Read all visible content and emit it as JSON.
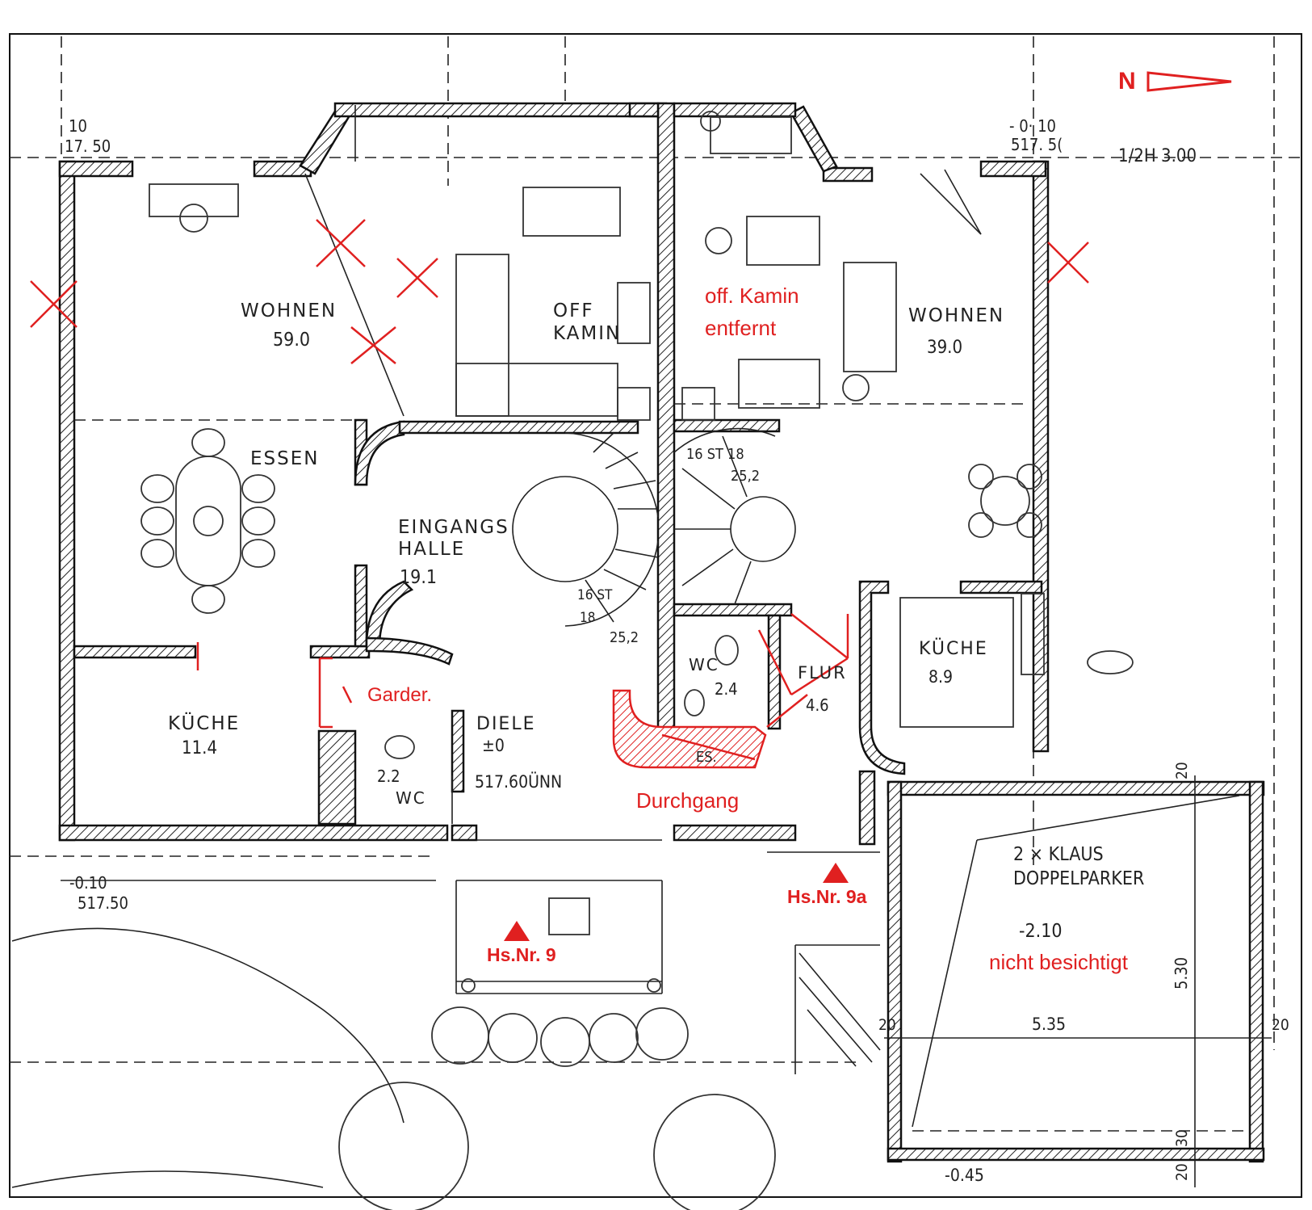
{
  "north": {
    "letter": "N"
  },
  "labels": {
    "wohnen_left": "WOHNEN",
    "wohnen_left_area": "59.0",
    "essen": "ESSEN",
    "eingangshalle_1": "EINGANGS",
    "eingangshalle_2": "HALLE",
    "eingangshalle_area": "19.1",
    "off_kamin_1": "OFF",
    "off_kamin_2": "KAMIN",
    "kueche_left": "KÜCHE",
    "kueche_left_area": "11.4",
    "diele": "DIELE",
    "diele_level": "±0",
    "diele_height": "517.60ÜNN",
    "wc_left": "WC",
    "wc_left_area": "2.2",
    "wohnen_right": "WOHNEN",
    "wohnen_right_area": "39.0",
    "wc_right": "WC",
    "wc_right_area": "2.4",
    "flur": "FLUR",
    "flur_area": "4.6",
    "kueche_right": "KÜCHE",
    "kueche_right_area": "8.9",
    "stair_1": "16 ST 18",
    "stair_2": "25,2",
    "stair_3": "16 ST",
    "stair_4": "18",
    "stair_5": "25,2",
    "es": "ES.",
    "garage_1": "2 × KLAUS",
    "garage_2": "DOPPELPARKER",
    "garage_level": "-2.10",
    "dim_535": "5.35",
    "dim_530": "5.30",
    "dim_20a": "20",
    "dim_20b": "20",
    "dim_20c": "20",
    "dim_20d": "20",
    "dim_30": "30",
    "dim_045": "-0.45",
    "level_tl_1": "10",
    "level_tl_2": "17. 50",
    "level_tr_1": "- 0· 10",
    "level_tr_2": "517. 5(",
    "level_bl_1": "-0.10",
    "level_bl_2": "517.50",
    "half_h": "1/2H  3.00"
  },
  "annotations": {
    "kamin_removed_1": "off. Kamin",
    "kamin_removed_2": "entfernt",
    "garder": "Garder.",
    "durchgang": "Durchgang",
    "hs_nr_9": "Hs.Nr. 9",
    "hs_nr_9a": "Hs.Nr. 9a",
    "nicht_besichtigt": "nicht besichtigt"
  },
  "colors": {
    "annotation": "#e02020",
    "ink": "#222222"
  }
}
